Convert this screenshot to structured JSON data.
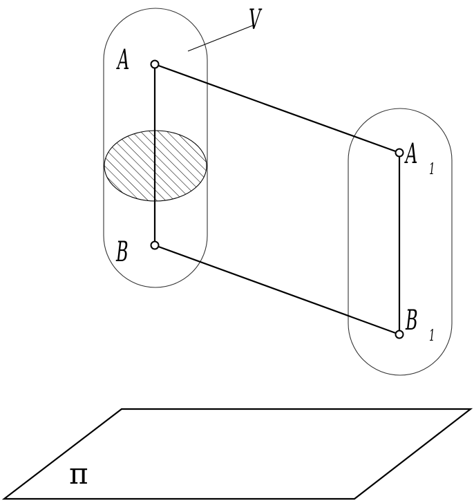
{
  "labels": {
    "V": "V",
    "A": "A",
    "B": "B",
    "A1_letter": "A",
    "A1_sub": "1",
    "B1_letter": "B",
    "B1_sub": "1",
    "plane": "π"
  },
  "colors": {
    "stroke": "#000000",
    "capsule_stroke": "#333333",
    "hatch": "#000000",
    "background": "#ffffff"
  }
}
